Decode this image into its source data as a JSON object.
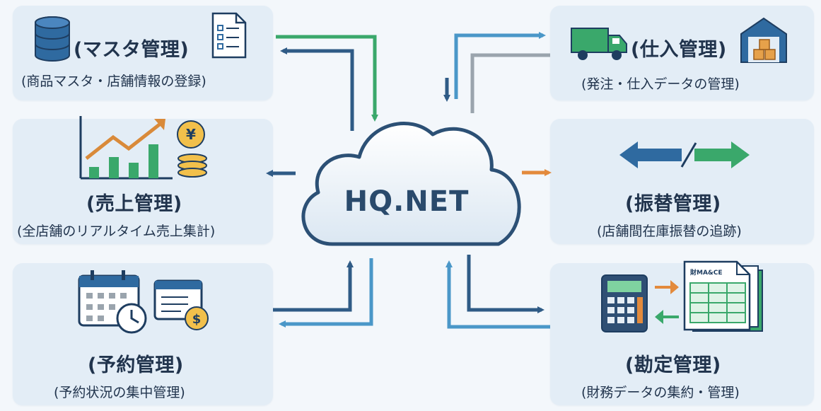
{
  "center": {
    "label": "HQ.NET"
  },
  "modules": {
    "master": {
      "title": "(マスタ管理)",
      "desc": "(商品マスタ・店舗情報の登録)"
    },
    "sales": {
      "title": "(売上管理)",
      "desc": "(全店舗のリアルタイム売上集計)"
    },
    "reserve": {
      "title": "(予約管理)",
      "desc": "(予約状況の集中管理)"
    },
    "purchase": {
      "title": "(仕入管理)",
      "desc": "(発注・仕入データの管理)"
    },
    "transfer": {
      "title": "(振替管理)",
      "desc": "(店舗間在庫振替の追跡)"
    },
    "account": {
      "title": "(勘定管理)",
      "desc": "(財務データの集約・管理)"
    }
  },
  "icons": {
    "coin_symbol": "¥",
    "dollar_symbol": "$",
    "sheet_header": "財MA&CE"
  },
  "colors": {
    "dark_blue": "#2f5b86",
    "light_blue": "#4a97c8",
    "green": "#3aa86b",
    "orange": "#e38a3c",
    "gray": "#9aa4ad"
  }
}
